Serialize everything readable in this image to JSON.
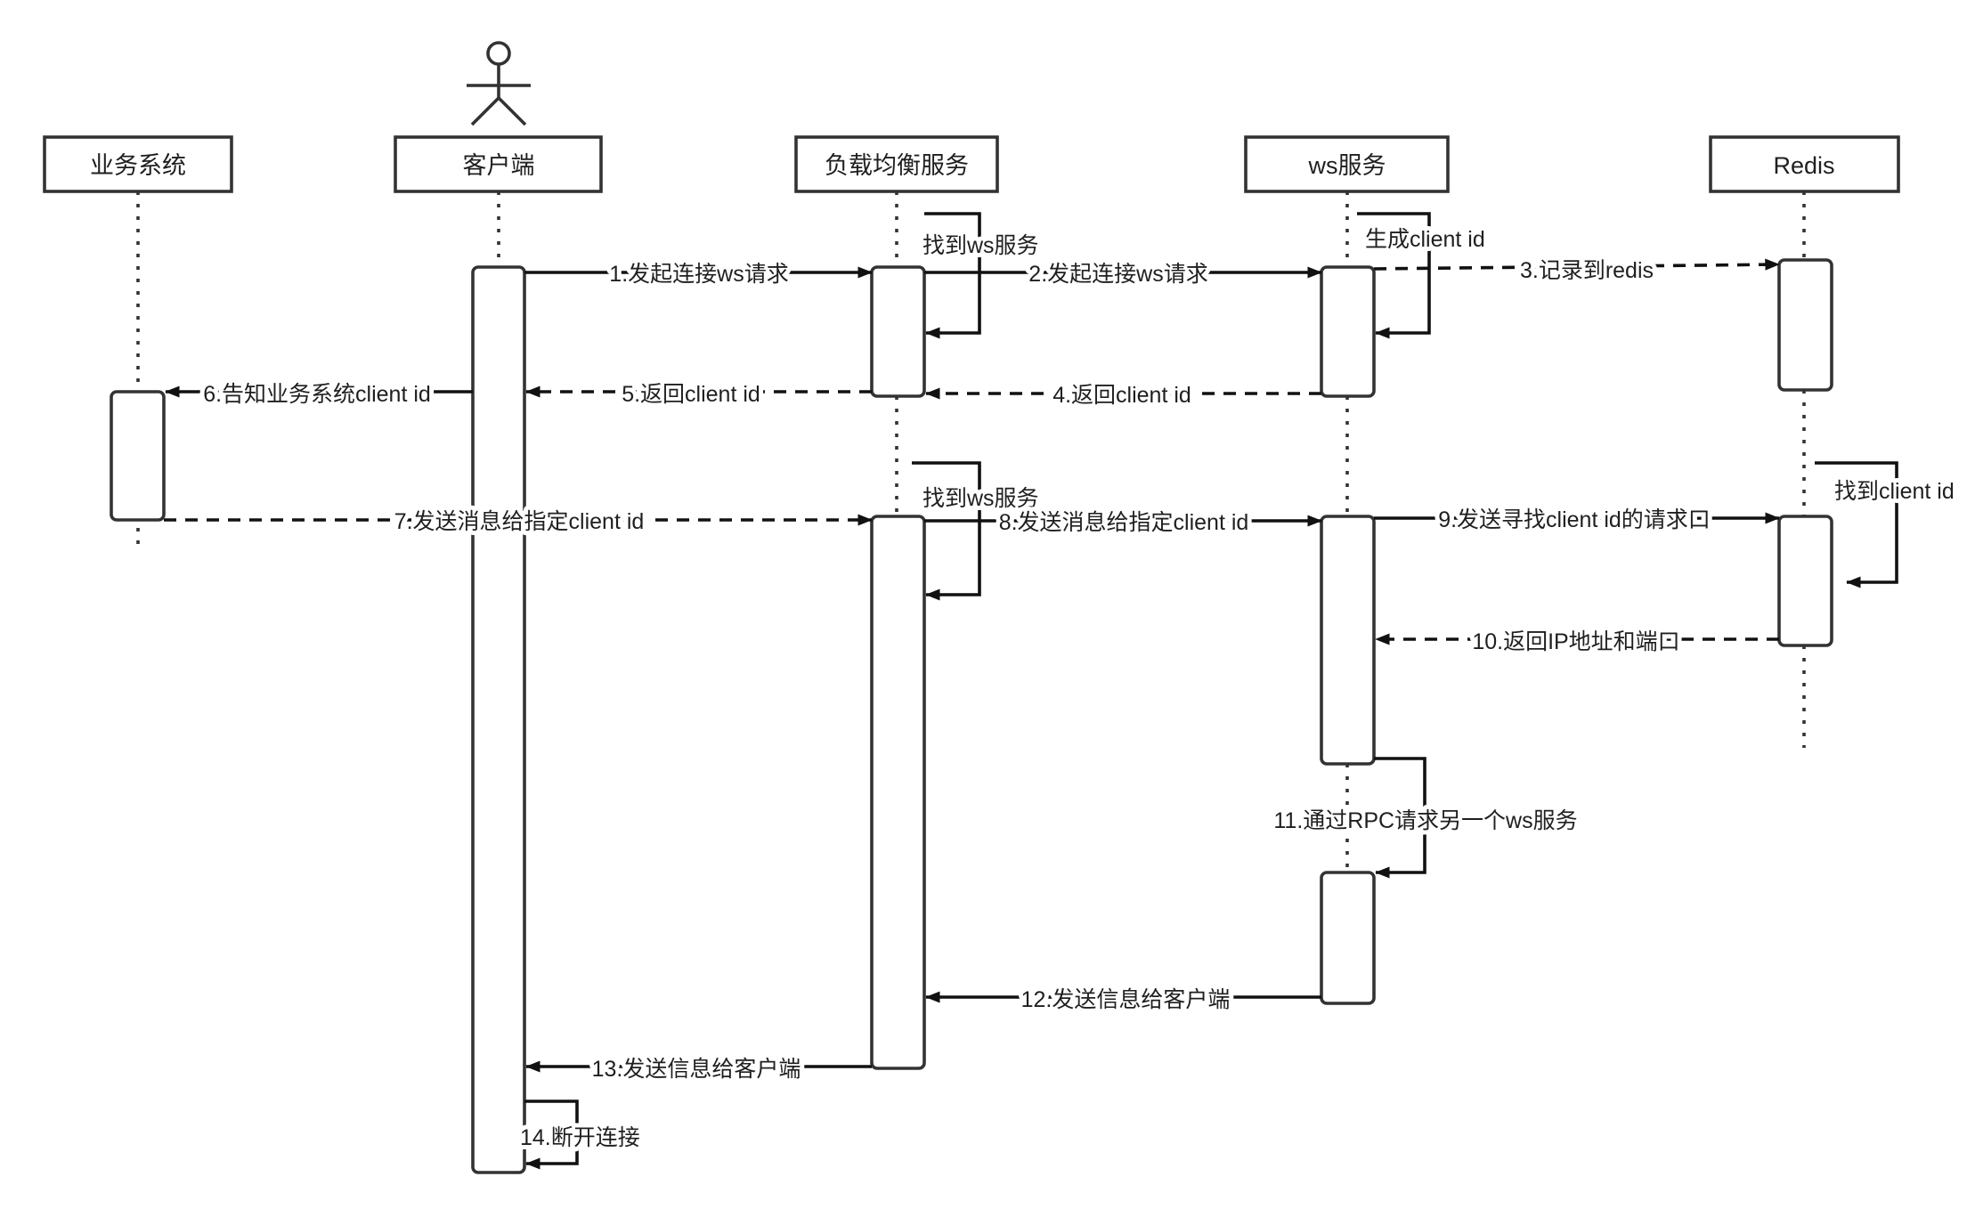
{
  "participants": {
    "biz": "业务系统",
    "client": "客户端",
    "lb": "负载均衡服务",
    "ws": "ws服务",
    "redis": "Redis"
  },
  "actor_icon": "stick-figure-actor-icon",
  "messages": {
    "m1": "1.发起连接ws请求",
    "m2": "2.发起连接ws请求",
    "m3": "3.记录到redis",
    "m4": "4.返回client id",
    "m5": "5.返回client id",
    "m6": "6.告知业务系统client id",
    "m7": "7.发送消息给指定client id",
    "m8": "8.发送消息给指定client id",
    "m9": "9.发送寻找client id的请求口",
    "m10": "10.返回IP地址和端口",
    "m11": "11.通过RPC请求另一个ws服务",
    "m12": "12.发送信息给客户端",
    "m13": "13.发送信息给客户端",
    "m14": "14.断开连接"
  },
  "self_calls": {
    "lb_find_1": "找到ws服务",
    "ws_gen": "生成client id",
    "lb_find_2": "找到ws服务",
    "redis_find": "找到client id"
  },
  "colors": {
    "stroke": "#333333",
    "arrow": "#111111",
    "background": "#ffffff"
  }
}
